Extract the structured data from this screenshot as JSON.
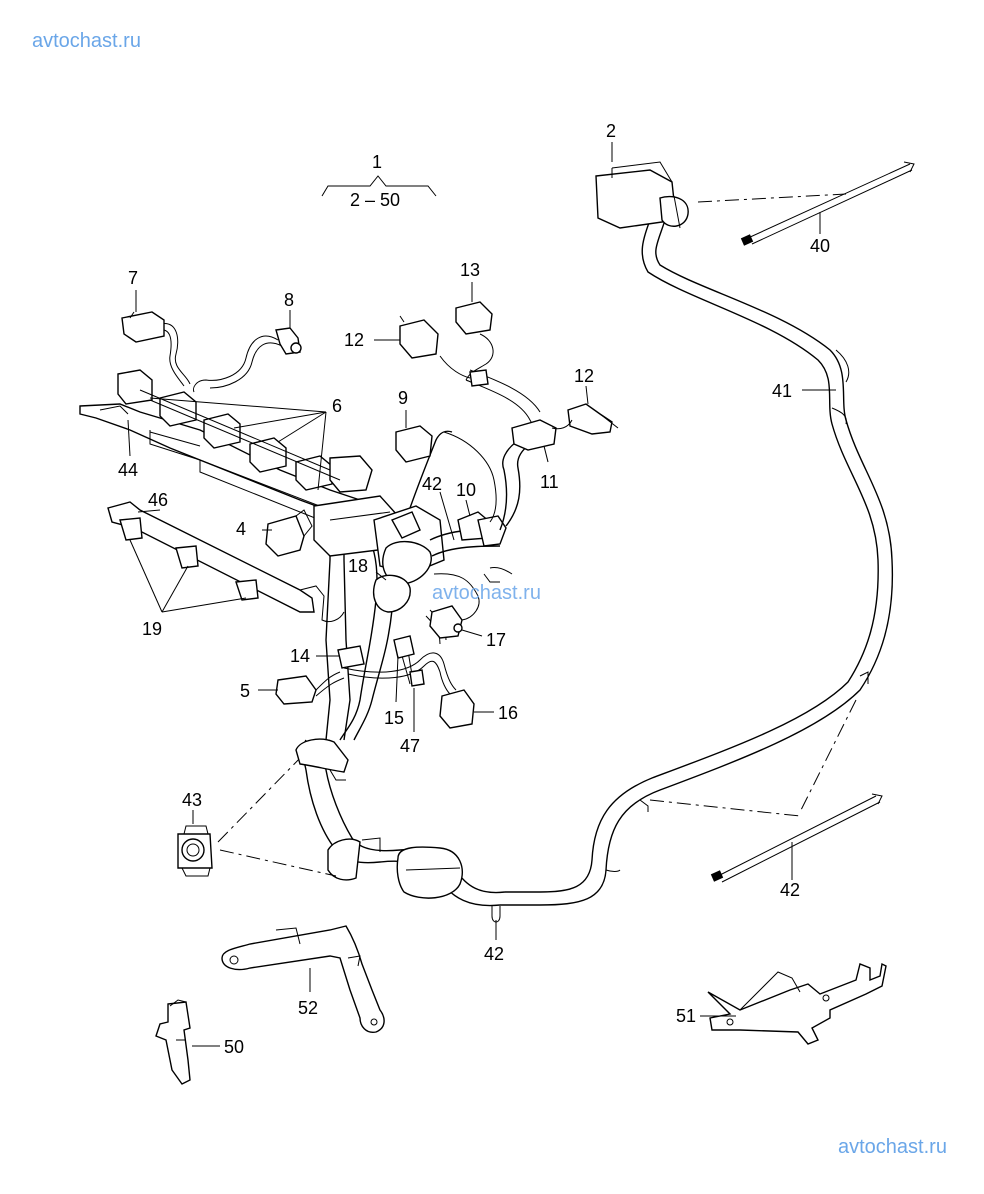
{
  "watermarks": {
    "top": "avtochast.ru",
    "middle": "avtochast.ru",
    "bottom": "avtochast.ru"
  },
  "group": {
    "number": "1",
    "range": "2 – 50"
  },
  "callouts": {
    "c2": "2",
    "c4": "4",
    "c5": "5",
    "c6": "6",
    "c7": "7",
    "c8": "8",
    "c9": "9",
    "c10": "10",
    "c11": "11",
    "c12a": "12",
    "c12b": "12",
    "c13": "13",
    "c14": "14",
    "c15": "15",
    "c16": "16",
    "c17": "17",
    "c18": "18",
    "c19": "19",
    "c40": "40",
    "c41": "41",
    "c42a": "42",
    "c42b": "42",
    "c42c": "42",
    "c43": "43",
    "c44": "44",
    "c46": "46",
    "c47": "47",
    "c50": "50",
    "c51": "51",
    "c52": "52"
  }
}
